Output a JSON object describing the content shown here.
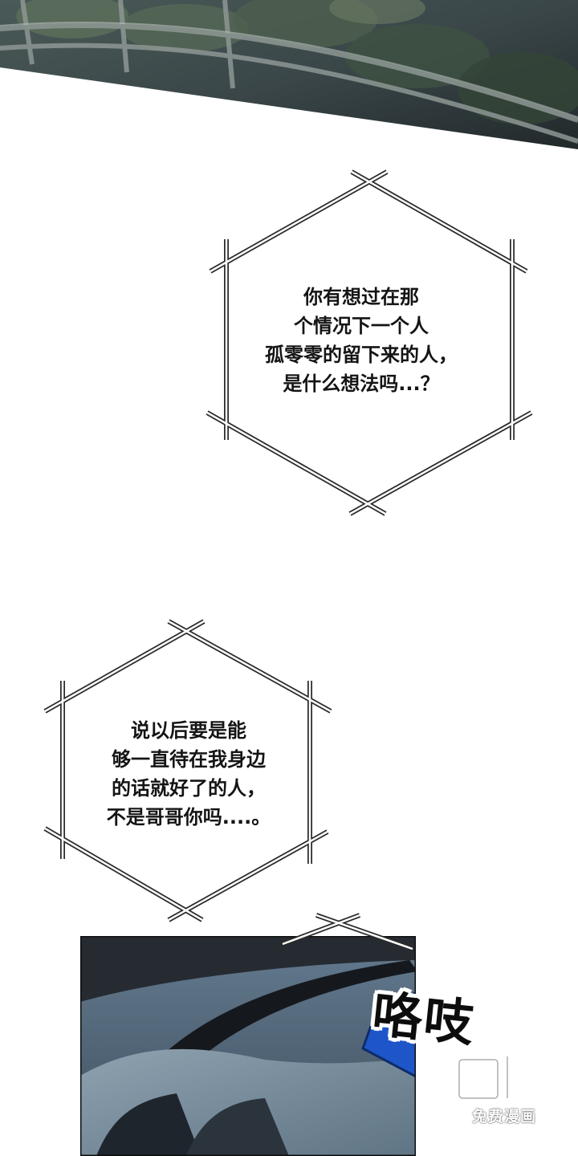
{
  "bubbles": [
    {
      "lines": [
        "你有想过在那",
        "个情况下一个人",
        "孤零零的留下来的人，",
        "是什么想法吗...？"
      ]
    },
    {
      "lines": [
        "说以后要是能",
        "够一直待在我身边",
        "的话就好了的人，",
        "不是哥哥你吗....。"
      ]
    }
  ],
  "sfx": {
    "text": "咯吱"
  },
  "watermark": {
    "text": "免费漫画"
  },
  "colors": {
    "background": "#ffffff",
    "night_sky": "#262b32",
    "car_body": "#526575",
    "car_light": "#7f93a1",
    "siren_blue": "#1e56c9",
    "bubble_outline": "#2a2a2a",
    "text": "#141414"
  }
}
